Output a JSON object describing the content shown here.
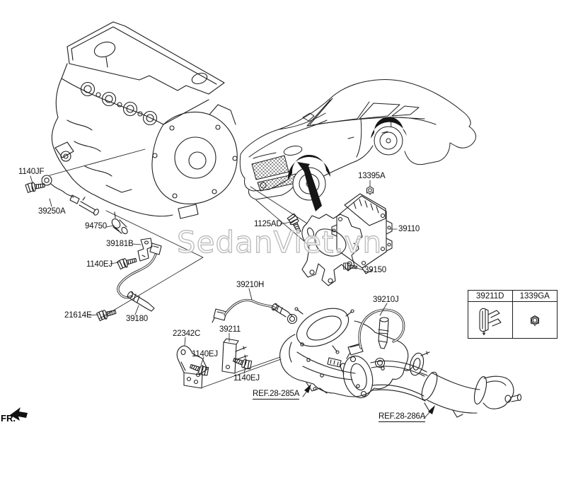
{
  "colors": {
    "background": "#ffffff",
    "line": "#1f1f1f",
    "watermark_outline": "#bdbdbd"
  },
  "watermark": {
    "text": "SedanViet.vn"
  },
  "direction_indicator": {
    "label": "FR."
  },
  "callouts": [
    {
      "id": "1140JF",
      "text": "1140JF"
    },
    {
      "id": "39250A",
      "text": "39250A"
    },
    {
      "id": "94750",
      "text": "94750"
    },
    {
      "id": "39181B",
      "text": "39181B"
    },
    {
      "id": "1140EJ-upper",
      "text": "1140EJ"
    },
    {
      "id": "21614E",
      "text": "21614E"
    },
    {
      "id": "39180",
      "text": "39180"
    },
    {
      "id": "22342C",
      "text": "22342C"
    },
    {
      "id": "1140EJ-middle",
      "text": "1140EJ"
    },
    {
      "id": "39211",
      "text": "39211"
    },
    {
      "id": "1140EJ-lower",
      "text": "1140EJ"
    },
    {
      "id": "39210H",
      "text": "39210H"
    },
    {
      "id": "1125AD",
      "text": "1125AD"
    },
    {
      "id": "13395A",
      "text": "13395A"
    },
    {
      "id": "39110",
      "text": "39110"
    },
    {
      "id": "39150",
      "text": "39150"
    },
    {
      "id": "39210J",
      "text": "39210J"
    }
  ],
  "references": [
    {
      "id": "ref-28-285a",
      "text": "REF.28-285A"
    },
    {
      "id": "ref-28-286a",
      "text": "REF.28-286A"
    }
  ],
  "reference_table": {
    "columns": [
      {
        "header": "39211D",
        "icon": "retainer-clip-icon"
      },
      {
        "header": "1339GA",
        "icon": "flange-nut-icon"
      }
    ]
  }
}
